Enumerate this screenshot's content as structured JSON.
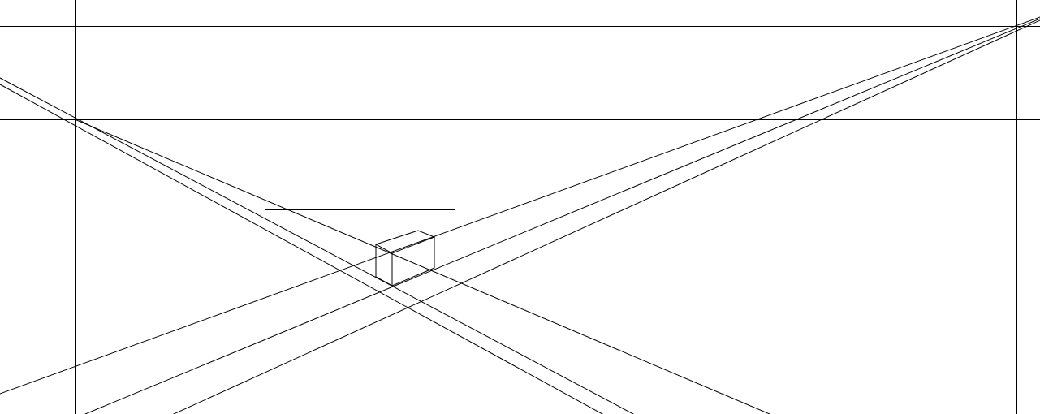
{
  "drawing": {
    "description_visible_text": "",
    "line_color": "#000000",
    "background_color": "#ffffff",
    "vanishing_point_left": "left-vanishing-point",
    "vanishing_point_right": "right-vanishing-point",
    "elements": [
      "horizon-line",
      "upper-guide-line",
      "left-vertical-guide",
      "right-vertical-guide",
      "picture-frame-rect",
      "perspective-box"
    ]
  }
}
